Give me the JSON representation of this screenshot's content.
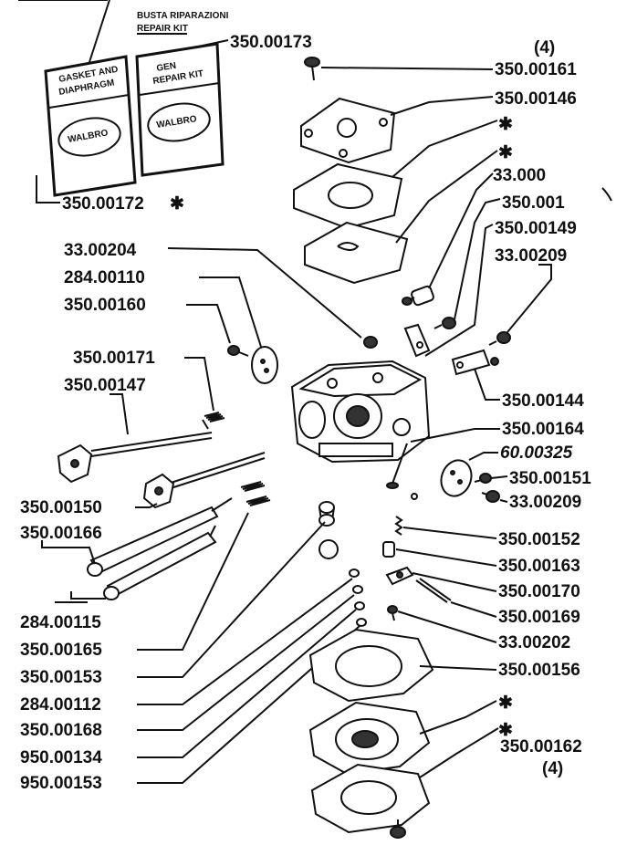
{
  "kit_labels": {
    "title_it": "BUSTA RIPARAZIONI",
    "title_en": "REPAIR KIT",
    "card_left_line1": "GASKET AND",
    "card_left_line2": "DIAPHRAGM",
    "card_right_line1": "GEN",
    "card_right_line2": "REPAIR KIT",
    "brand": "WALBRO"
  },
  "callouts": {
    "p350_00173": "350.00173",
    "p350_00172": "350.00172",
    "qty_top": "(4)",
    "p350_00161": "350.00161",
    "p350_00146": "350.00146",
    "star": "✱",
    "p33_000": "33.000",
    "p350_00102": "350.001",
    "p350_00149": "350.00149",
    "p33_00209_a": "33.00209",
    "p33_00204": "33.00204",
    "p284_00110": "284.00110",
    "p350_00160": "350.00160",
    "p350_00171": "350.00171",
    "p350_00147": "350.00147",
    "p350_00144": "350.00144",
    "p350_00164": "350.00164",
    "p60_00325": "60.00325",
    "p350_00151": "350.00151",
    "p33_00209_b": "33.00209",
    "p350_00150": "350.00150",
    "p350_00166": "350.00166",
    "p284_00115": "284.00115",
    "p350_00165": "350.00165",
    "p350_00153": "350.00153",
    "p284_00112": "284.00112",
    "p350_00168": "350.00168",
    "p950_00134": "950.00134",
    "p950_00153": "950.00153",
    "p350_00152": "350.00152",
    "p350_00163": "350.00163",
    "p350_00170": "350.00170",
    "p350_00169": "350.00169",
    "p33_00202": "33.00202",
    "p350_00156": "350.00156",
    "p350_00162": "350.00162",
    "qty_bottom": "(4)"
  }
}
